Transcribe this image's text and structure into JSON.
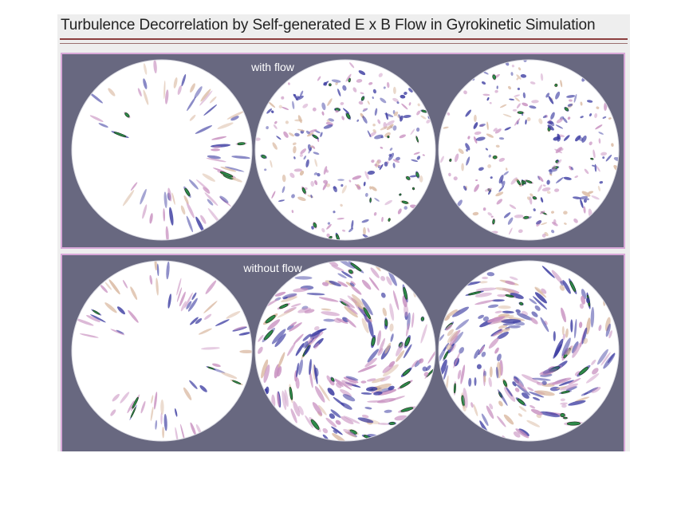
{
  "title": "Turbulence Decorrelation by Self-generated E x B Flow in Gyrokinetic Simulation",
  "panels": [
    {
      "label": "with flow"
    },
    {
      "label": "without flow"
    }
  ],
  "colors": {
    "panel_bg": "#686880",
    "panel_border": "#d8a8d8",
    "title_rule": "#8c3f3f",
    "contour_blue": "#3a3aa0",
    "contour_pink": "#c890c0",
    "contour_green": "#2e8a4a",
    "contour_tan": "#d9b8a0"
  }
}
